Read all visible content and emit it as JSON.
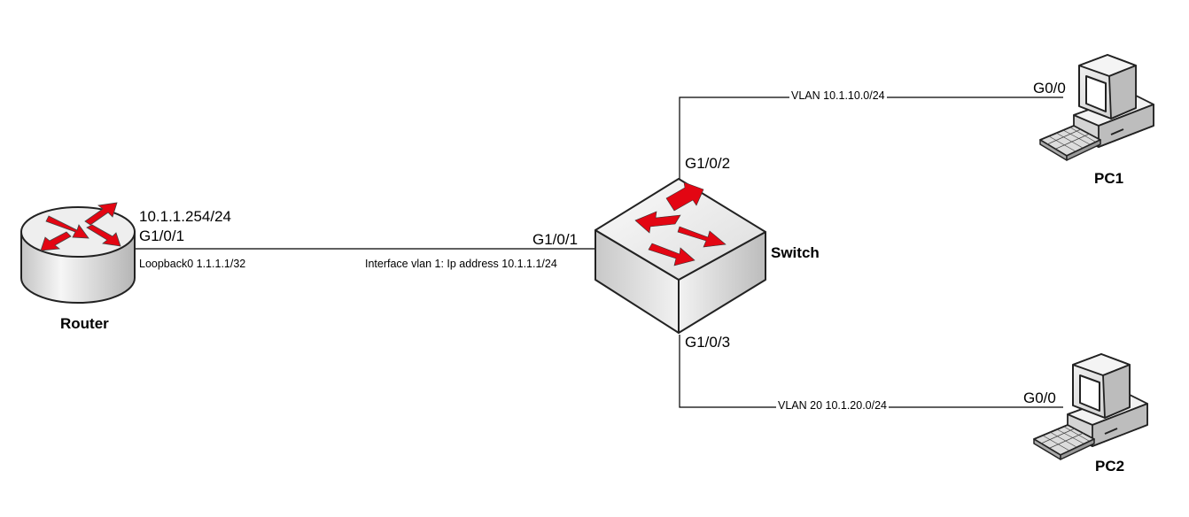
{
  "devices": {
    "router": {
      "label": "Router"
    },
    "switch": {
      "label": "Switch"
    },
    "pc1": {
      "label": "PC1"
    },
    "pc2": {
      "label": "PC2"
    }
  },
  "links": {
    "router_switch": {
      "router_ip": "10.1.1.254/24",
      "router_port": "G1/0/1",
      "router_note": "Loopback0 1.1.1.1/32",
      "switch_port": "G1/0/1",
      "switch_note": "Interface vlan 1: Ip address 10.1.1.1/24"
    },
    "switch_pc1": {
      "switch_port": "G1/0/2",
      "vlan": "VLAN 10.1.10.0/24",
      "pc_port": "G0/0"
    },
    "switch_pc2": {
      "switch_port": "G1/0/3",
      "vlan": "VLAN 20 10.1.20.0/24",
      "pc_port": "G0/0"
    }
  },
  "colors": {
    "arrow": "#e30613",
    "device_gray": "#e3e3e3",
    "outline": "#222222",
    "line": "#000000"
  }
}
